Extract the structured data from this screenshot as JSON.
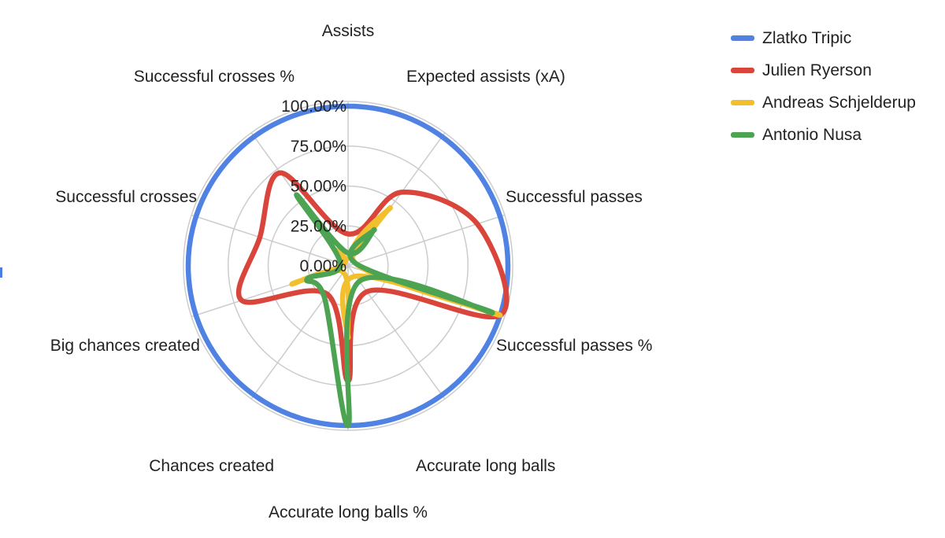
{
  "chart_data": {
    "type": "radar",
    "categories": [
      "Assists",
      "Expected assists (xA)",
      "Successful passes",
      "Successful passes %",
      "Accurate long balls",
      "Accurate long balls %",
      "Chances created",
      "Big chances created",
      "Successful crosses",
      "Successful crosses %"
    ],
    "tick_labels": [
      "0.00%",
      "25.00%",
      "50.00%",
      "75.00%",
      "100.00%"
    ],
    "range": [
      0,
      100
    ],
    "grid": true,
    "legend_position": "right",
    "series": [
      {
        "name": "Zlatko Tripic",
        "color": "#4f82e3",
        "values": [
          100,
          100,
          100,
          100,
          100,
          100,
          100,
          100,
          100,
          100
        ]
      },
      {
        "name": "Julien Ryerson",
        "color": "#d9453b",
        "values": [
          20,
          57,
          85,
          100,
          20,
          72,
          22,
          70,
          58,
          72
        ]
      },
      {
        "name": "Andreas Schjelderup",
        "color": "#f2bf2f",
        "values": [
          5,
          45,
          5,
          100,
          8,
          45,
          5,
          37,
          3,
          12
        ]
      },
      {
        "name": "Antonio Nusa",
        "color": "#4ca352",
        "values": [
          8,
          28,
          5,
          95,
          12,
          100,
          25,
          27,
          5,
          55
        ]
      }
    ]
  }
}
